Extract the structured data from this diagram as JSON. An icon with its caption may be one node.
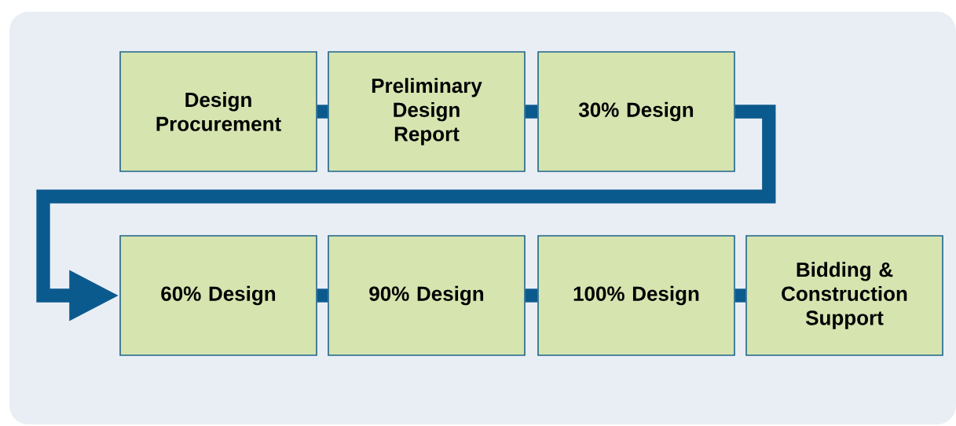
{
  "diagram": {
    "nodes": [
      {
        "text": [
          "Design Procurement"
        ]
      },
      {
        "text": [
          "Preliminary Design Report"
        ]
      },
      {
        "text": [
          "30% Design"
        ]
      },
      {
        "text": [
          "60% Design"
        ]
      },
      {
        "text": [
          "90% Design"
        ]
      },
      {
        "text": [
          "100% Design"
        ]
      },
      {
        "text": [
          "Bidding & Construction Support"
        ]
      }
    ],
    "edges": [
      {
        "from": 0,
        "to": 1,
        "arrow": "none"
      },
      {
        "from": 1,
        "to": 2,
        "arrow": "none"
      },
      {
        "from": 2,
        "to": 3,
        "arrow": "to"
      },
      {
        "from": 3,
        "to": 4,
        "arrow": "none"
      },
      {
        "from": 4,
        "to": 5,
        "arrow": "none"
      },
      {
        "from": 5,
        "to": 6,
        "arrow": "none"
      }
    ]
  }
}
